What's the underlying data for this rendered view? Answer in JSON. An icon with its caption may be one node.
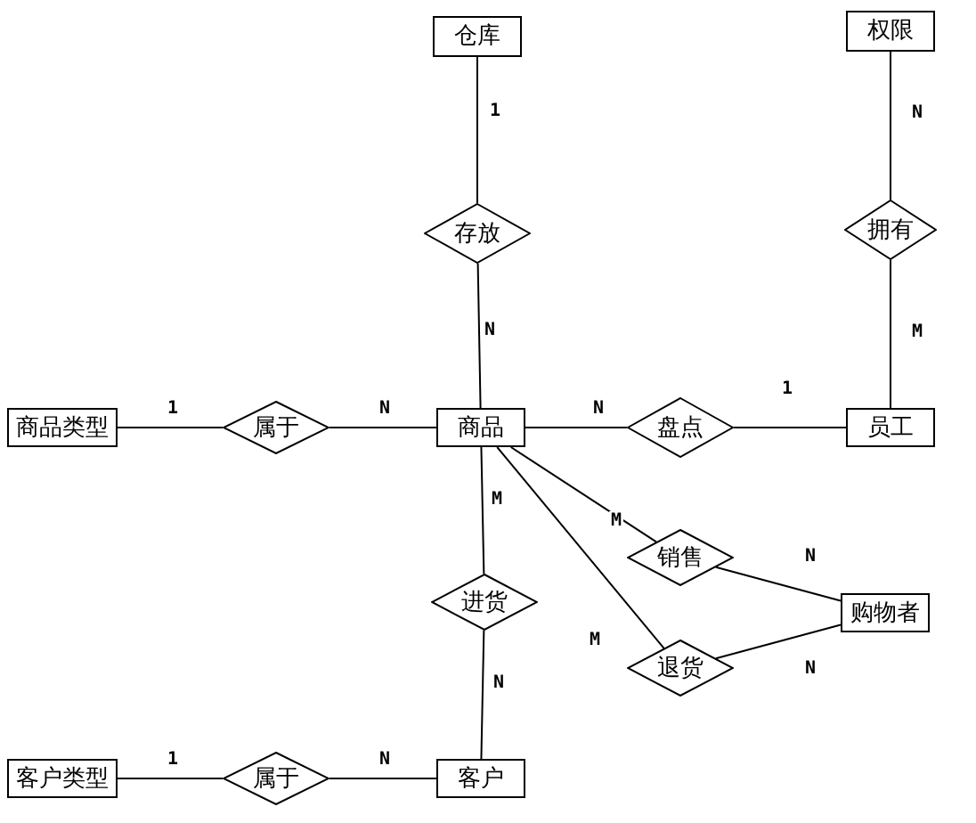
{
  "diagram": {
    "nodes": [
      {
        "text": [
          "仓库"
        ]
      },
      {
        "text": [
          "权限"
        ]
      },
      {
        "text": [
          "存放"
        ]
      },
      {
        "text": [
          "拥有"
        ]
      },
      {
        "text": [
          "商品类型"
        ]
      },
      {
        "text": [
          "属于"
        ]
      },
      {
        "text": [
          "商品"
        ]
      },
      {
        "text": [
          "盘点"
        ]
      },
      {
        "text": [
          "员工"
        ]
      },
      {
        "text": [
          "销售"
        ]
      },
      {
        "text": [
          "进货"
        ]
      },
      {
        "text": [
          "购物者"
        ]
      },
      {
        "text": [
          "退货"
        ]
      },
      {
        "text": [
          "客户类型"
        ]
      },
      {
        "text": [
          "属于"
        ]
      },
      {
        "text": [
          "客户"
        ]
      }
    ],
    "edges": [
      {
        "from": 0,
        "to": 2,
        "arrow": "none",
        "label": "1"
      },
      {
        "from": 2,
        "to": 6,
        "arrow": "none",
        "label": "N"
      },
      {
        "from": 1,
        "to": 3,
        "arrow": "none",
        "label": "N"
      },
      {
        "from": 3,
        "to": 8,
        "arrow": "none",
        "label": "M"
      },
      {
        "from": 4,
        "to": 5,
        "arrow": "none",
        "label": "1"
      },
      {
        "from": 5,
        "to": 6,
        "arrow": "none",
        "label": "N"
      },
      {
        "from": 6,
        "to": 7,
        "arrow": "none",
        "label": "N"
      },
      {
        "from": 7,
        "to": 8,
        "arrow": "none",
        "label": "1"
      },
      {
        "from": 6,
        "to": 9,
        "arrow": "none",
        "label": "M"
      },
      {
        "from": 9,
        "to": 11,
        "arrow": "none",
        "label": "N"
      },
      {
        "from": 6,
        "to": 10,
        "arrow": "none",
        "label": "M"
      },
      {
        "from": 10,
        "to": 15,
        "arrow": "none",
        "label": "N"
      },
      {
        "from": 6,
        "to": 12,
        "arrow": "none",
        "label": "M"
      },
      {
        "from": 12,
        "to": 11,
        "arrow": "none",
        "label": "N"
      },
      {
        "from": 13,
        "to": 14,
        "arrow": "none",
        "label": "1"
      },
      {
        "from": 14,
        "to": 15,
        "arrow": "none",
        "label": "N"
      }
    ]
  }
}
